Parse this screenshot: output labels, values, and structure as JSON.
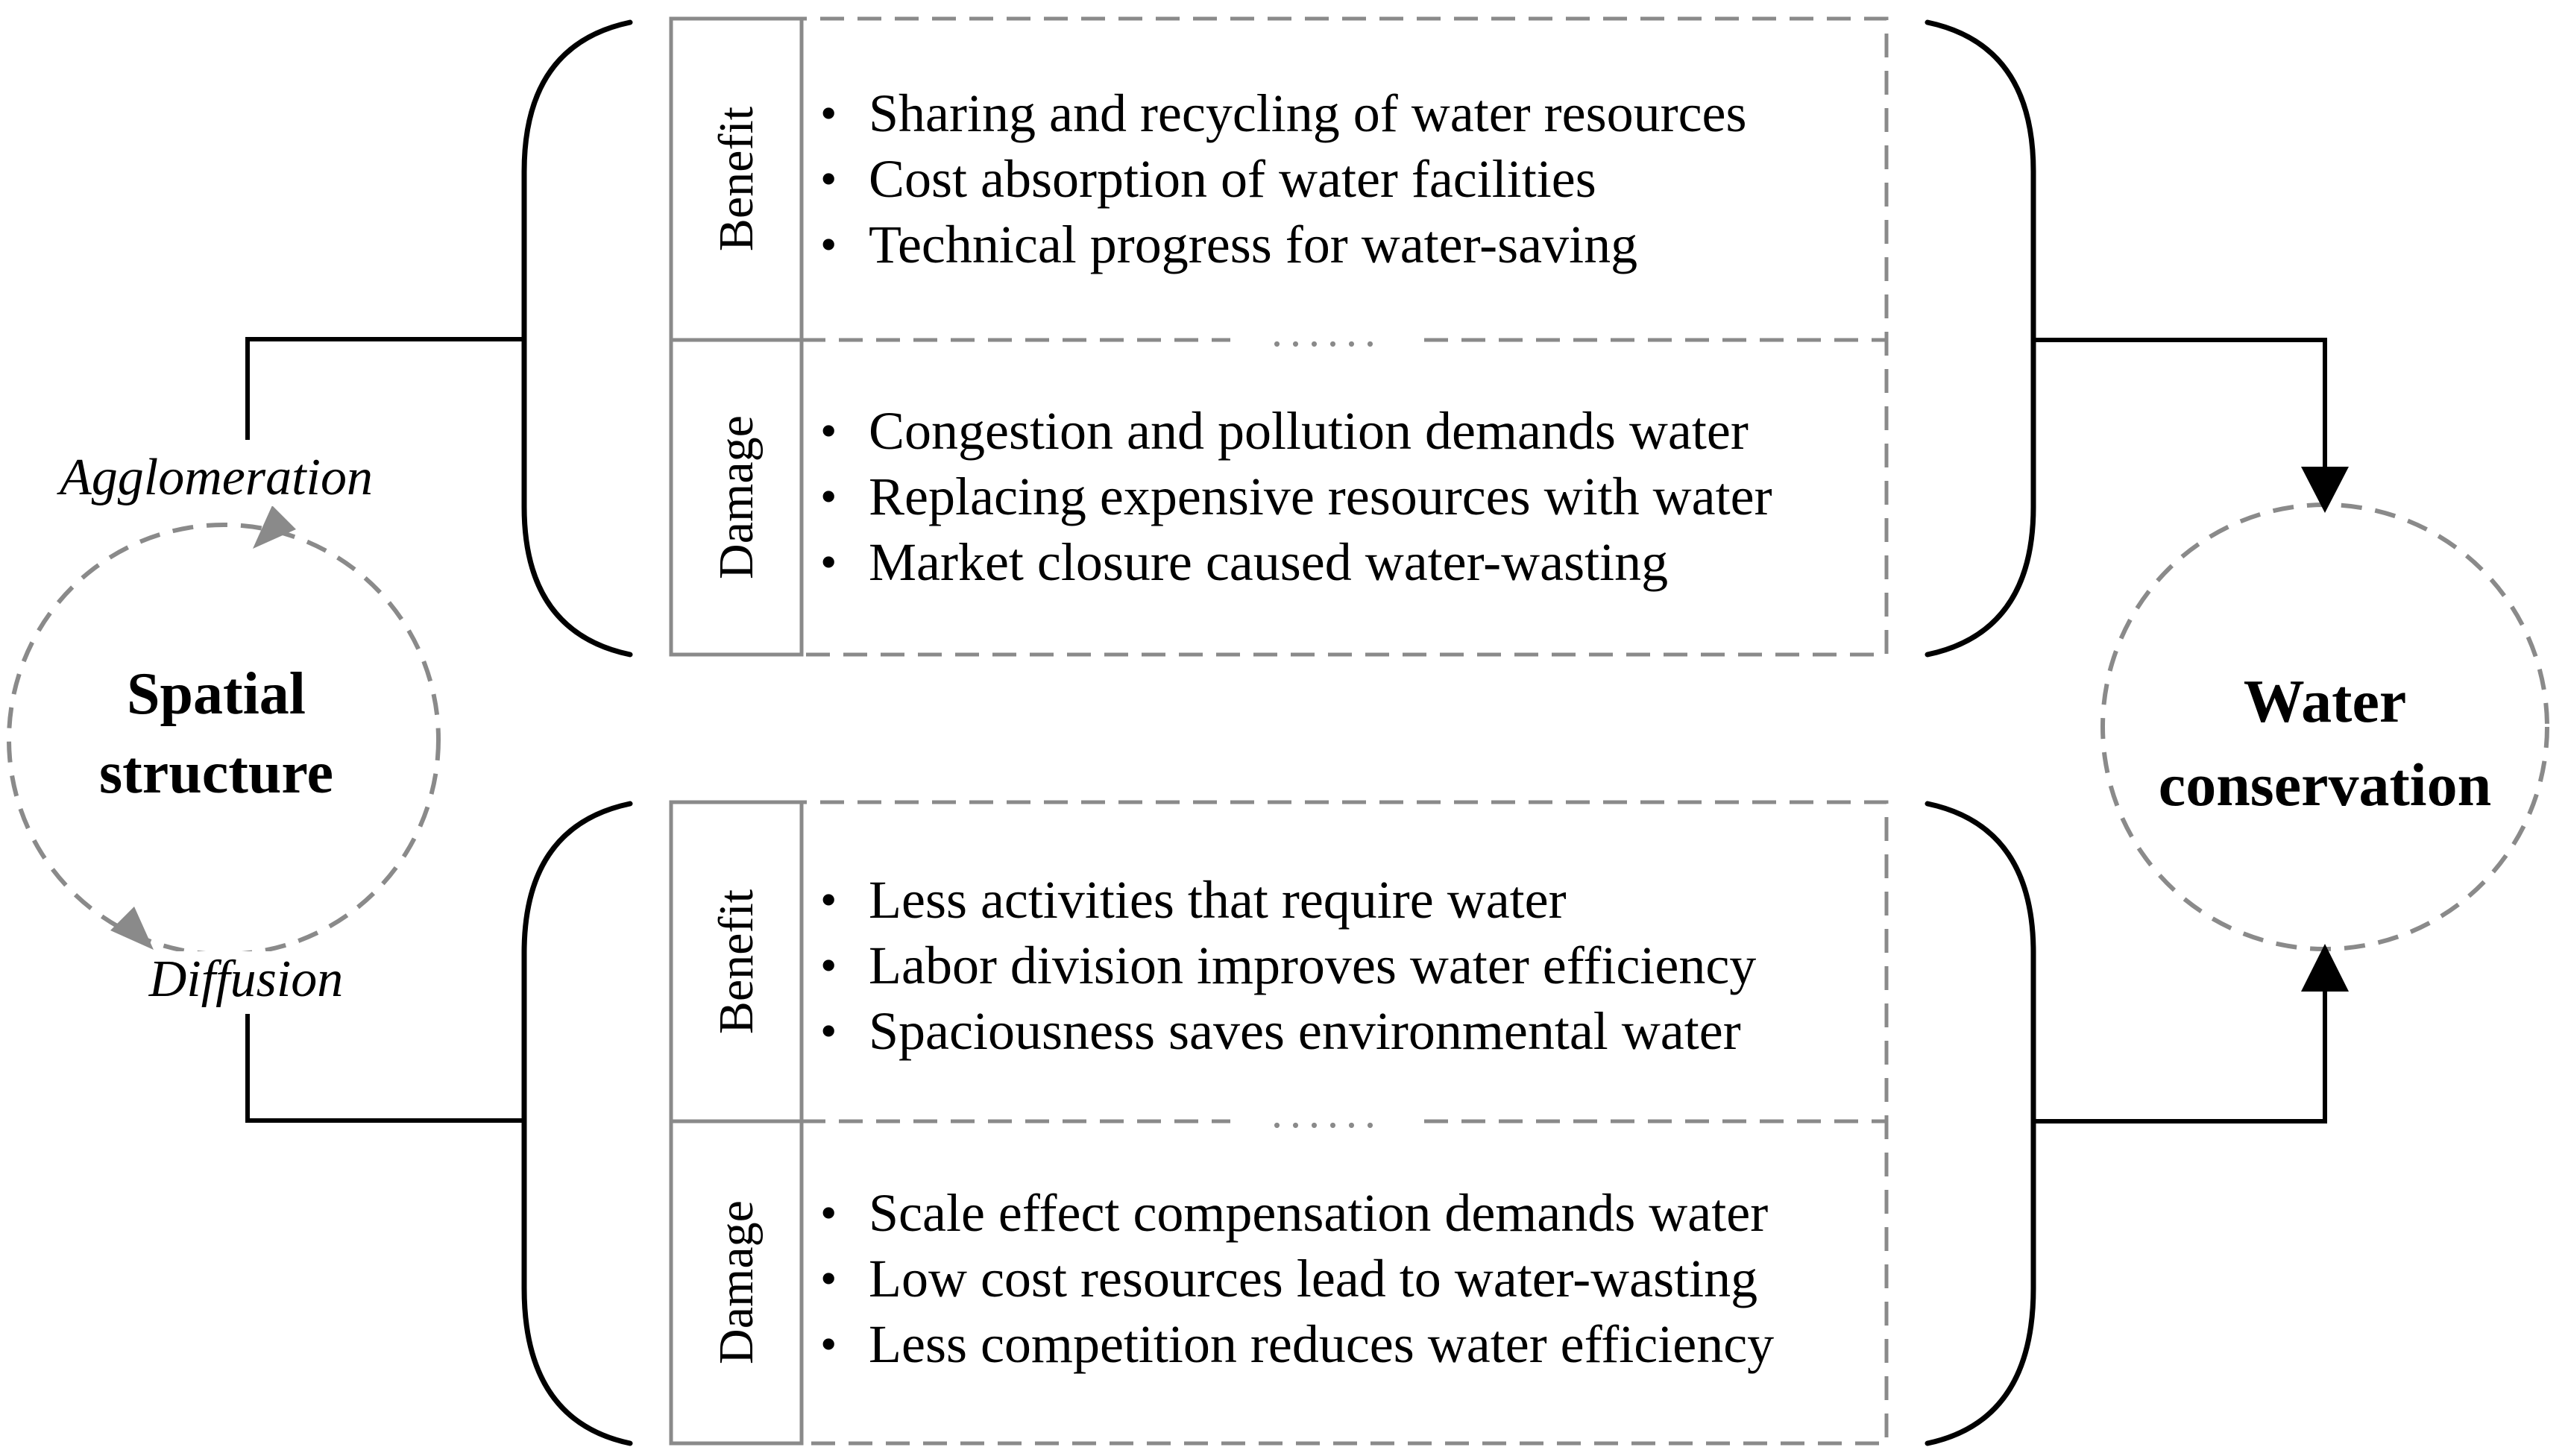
{
  "left_cycle": {
    "top_label": "Agglomeration",
    "bottom_label": "Diffusion",
    "title_line1": "Spatial",
    "title_line2": "structure"
  },
  "right_node": {
    "title_line1": "Water",
    "title_line2": "conservation"
  },
  "glyphs": {
    "bullet": "•"
  },
  "top_box": {
    "benefit_label": "Benefit",
    "damage_label": "Damage",
    "ellipsis": "......",
    "benefit_items": [
      "Sharing and recycling of water resources",
      "Cost absorption of water facilities",
      "Technical progress for water-saving"
    ],
    "damage_items": [
      "Congestion and pollution demands water",
      "Replacing expensive resources with water",
      "Market closure caused water-wasting"
    ]
  },
  "bottom_box": {
    "benefit_label": "Benefit",
    "damage_label": "Damage",
    "ellipsis": "......",
    "benefit_items": [
      "Less activities that require water",
      "Labor division improves water efficiency",
      "Spaciousness saves environmental water"
    ],
    "damage_items": [
      "Scale effect compensation demands water",
      "Low cost resources lead to water-wasting",
      "Less competition reduces water efficiency"
    ]
  },
  "colors": {
    "line_gray": "#8a8a8a",
    "black": "#000000",
    "background": "#ffffff"
  }
}
